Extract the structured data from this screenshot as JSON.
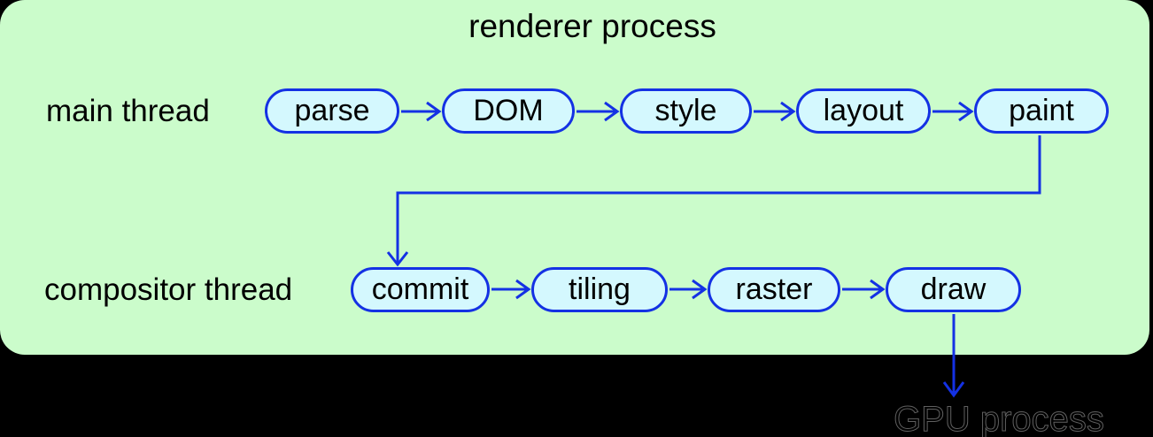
{
  "title": "renderer process",
  "rows": [
    {
      "label": "main thread",
      "nodes": [
        "parse",
        "DOM",
        "style",
        "layout",
        "paint"
      ]
    },
    {
      "label": "compositor thread",
      "nodes": [
        "commit",
        "tiling",
        "raster",
        "draw"
      ]
    }
  ],
  "gpu_label": "GPU process",
  "colors": {
    "canvas_background": "#000000",
    "process_box": "#cbfccb",
    "node_fill": "#d4f8fe",
    "node_border": "#1431e4",
    "arrow": "#1431e4",
    "text": "#000000",
    "gpu_text_outline": "#606060"
  }
}
